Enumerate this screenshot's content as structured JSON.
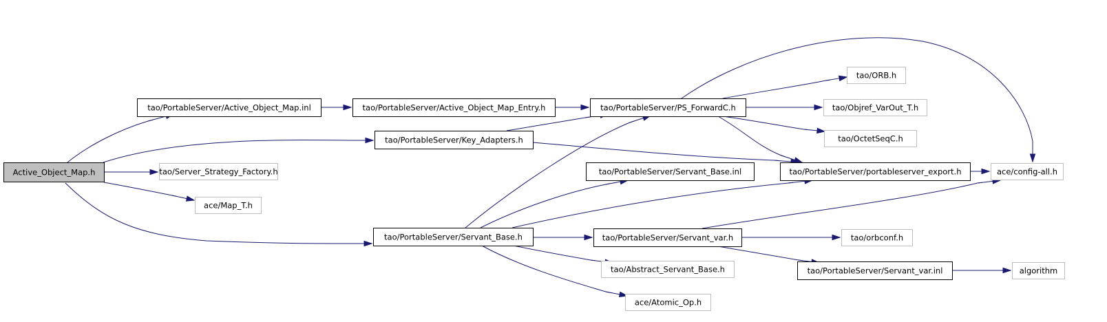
{
  "graph": {
    "colors": {
      "edge": "#191970",
      "root_fill": "#bfbfbf",
      "doc_border": "#000000",
      "external_border": "#bfbfbf",
      "text": "#000000"
    },
    "nodes": [
      {
        "id": "root",
        "label": "Active_Object_Map.h",
        "kind": "root"
      },
      {
        "id": "aom_inl",
        "label": "tao/PortableServer/Active_Object_Map.inl",
        "kind": "documented"
      },
      {
        "id": "aom_entry",
        "label": "tao/PortableServer/Active_Object_Map_Entry.h",
        "kind": "documented"
      },
      {
        "id": "ps_forward",
        "label": "tao/PortableServer/PS_ForwardC.h",
        "kind": "documented"
      },
      {
        "id": "key_adapters",
        "label": "tao/PortableServer/Key_Adapters.h",
        "kind": "documented"
      },
      {
        "id": "orb",
        "label": "tao/ORB.h",
        "kind": "external"
      },
      {
        "id": "objref",
        "label": "tao/Objref_VarOut_T.h",
        "kind": "external"
      },
      {
        "id": "octetseq",
        "label": "tao/OctetSeqC.h",
        "kind": "external"
      },
      {
        "id": "ps_export",
        "label": "tao/PortableServer/portableserver_export.h",
        "kind": "documented"
      },
      {
        "id": "config_all",
        "label": "ace/config-all.h",
        "kind": "external"
      },
      {
        "id": "server_strategy",
        "label": "tao/Server_Strategy_Factory.h",
        "kind": "external"
      },
      {
        "id": "map_t",
        "label": "ace/Map_T.h",
        "kind": "external"
      },
      {
        "id": "servant_base_inl",
        "label": "tao/PortableServer/Servant_Base.inl",
        "kind": "documented"
      },
      {
        "id": "servant_base",
        "label": "tao/PortableServer/Servant_Base.h",
        "kind": "documented"
      },
      {
        "id": "servant_var",
        "label": "tao/PortableServer/Servant_var.h",
        "kind": "documented"
      },
      {
        "id": "orbconf",
        "label": "tao/orbconf.h",
        "kind": "external"
      },
      {
        "id": "abstract_servant",
        "label": "tao/Abstract_Servant_Base.h",
        "kind": "external"
      },
      {
        "id": "servant_var_inl",
        "label": "tao/PortableServer/Servant_var.inl",
        "kind": "documented"
      },
      {
        "id": "algorithm",
        "label": "algorithm",
        "kind": "external"
      },
      {
        "id": "atomic_op",
        "label": "ace/Atomic_Op.h",
        "kind": "external"
      }
    ],
    "edges": [
      {
        "from": "root",
        "to": "aom_inl"
      },
      {
        "from": "root",
        "to": "key_adapters"
      },
      {
        "from": "root",
        "to": "server_strategy"
      },
      {
        "from": "root",
        "to": "map_t"
      },
      {
        "from": "root",
        "to": "servant_base"
      },
      {
        "from": "aom_inl",
        "to": "aom_entry"
      },
      {
        "from": "aom_entry",
        "to": "ps_forward"
      },
      {
        "from": "key_adapters",
        "to": "ps_forward"
      },
      {
        "from": "key_adapters",
        "to": "ps_export"
      },
      {
        "from": "ps_forward",
        "to": "config_all"
      },
      {
        "from": "ps_forward",
        "to": "orb"
      },
      {
        "from": "ps_forward",
        "to": "objref"
      },
      {
        "from": "ps_forward",
        "to": "octetseq"
      },
      {
        "from": "ps_forward",
        "to": "ps_export"
      },
      {
        "from": "ps_export",
        "to": "config_all"
      },
      {
        "from": "servant_base",
        "to": "ps_forward"
      },
      {
        "from": "servant_base",
        "to": "servant_base_inl"
      },
      {
        "from": "servant_base",
        "to": "ps_export"
      },
      {
        "from": "servant_base",
        "to": "servant_var"
      },
      {
        "from": "servant_base",
        "to": "abstract_servant"
      },
      {
        "from": "servant_base",
        "to": "atomic_op"
      },
      {
        "from": "servant_var",
        "to": "config_all"
      },
      {
        "from": "servant_var",
        "to": "orbconf"
      },
      {
        "from": "servant_var",
        "to": "servant_var_inl"
      },
      {
        "from": "servant_var_inl",
        "to": "algorithm"
      }
    ]
  }
}
